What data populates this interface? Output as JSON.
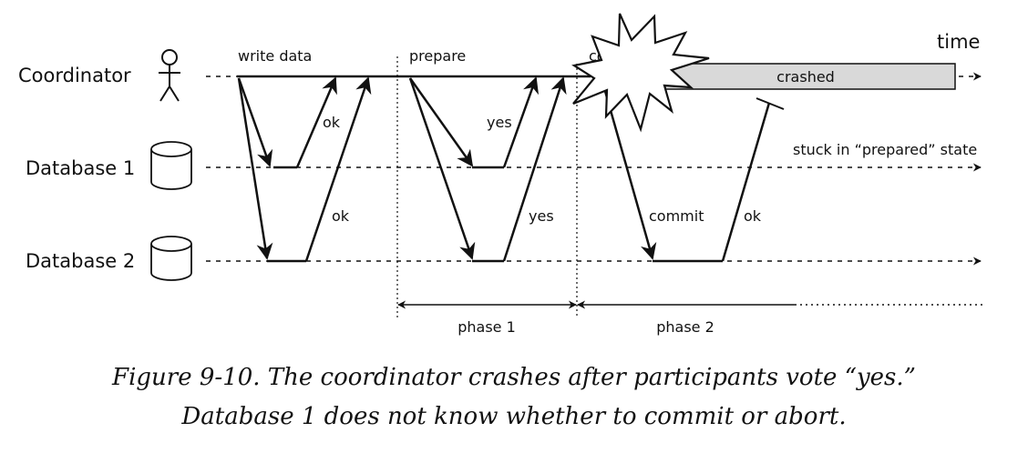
{
  "participants": {
    "coordinator": "Coordinator",
    "database_1": "Database 1",
    "database_2": "Database 2"
  },
  "axis": {
    "time_label": "time"
  },
  "messages": {
    "write_data": "write data",
    "ok_1": "ok",
    "ok_2": "ok",
    "prepare": "prepare",
    "yes_1": "yes",
    "yes_2": "yes",
    "commit_partial": "co",
    "commit": "commit",
    "ok_3": "ok"
  },
  "states": {
    "crashed": "crashed",
    "stuck": "stuck in “prepared” state"
  },
  "phases": {
    "phase_1": "phase 1",
    "phase_2": "phase 2"
  },
  "caption": {
    "line_1": "Figure 9-10. The coordinator crashes after participants vote “yes.”",
    "line_2": "Database 1 does not know whether to commit or abort."
  },
  "colors": {
    "ink": "#111111",
    "crashed_fill": "#d9d9d9",
    "background": "#ffffff"
  },
  "icons": [
    "person-icon",
    "database-cylinder-icon",
    "explosion-icon"
  ]
}
